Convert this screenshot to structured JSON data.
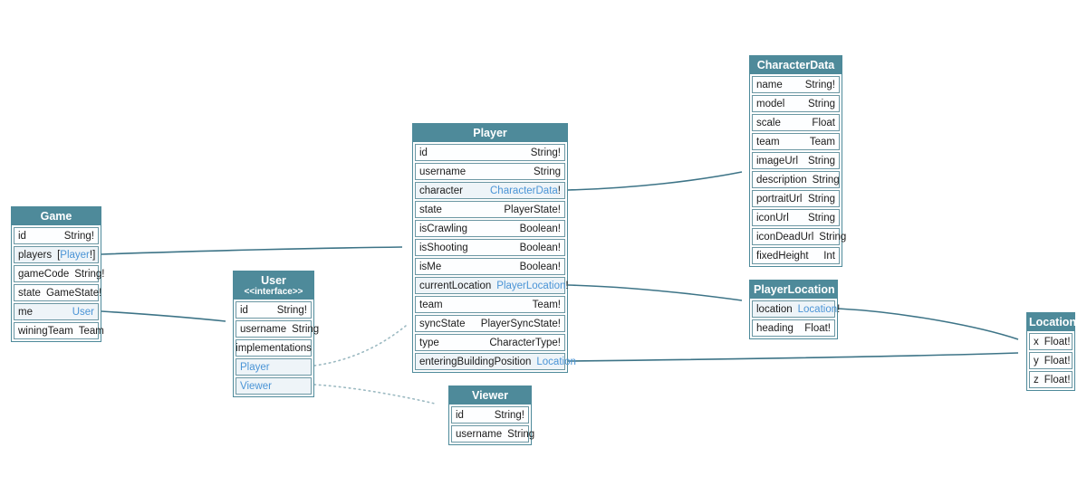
{
  "colors": {
    "header_bg": "#4e8a9a",
    "link_text": "#4a94d6",
    "arrow": "#3d7487",
    "dotted_arrow": "#9bb9c1",
    "link_row_bg": "#eef4f8"
  },
  "tables": {
    "game": {
      "title": "Game",
      "rows": [
        {
          "f": "id",
          "tp": "String!"
        },
        {
          "f": "players",
          "tp": "[",
          "tl": "Player",
          "ts": "!]"
        },
        {
          "f": "gameCode",
          "tp": "String!"
        },
        {
          "f": "state",
          "tp": "GameState!"
        },
        {
          "f": "me",
          "tl": "User"
        },
        {
          "f": "winingTeam",
          "tp": "Team"
        }
      ]
    },
    "user": {
      "title": "User",
      "stereotype": "<<interface>>",
      "rows": [
        {
          "f": "id",
          "tp": "String!"
        },
        {
          "f": "username",
          "tp": "String"
        },
        {
          "f": "implementations"
        },
        {
          "fl": "Player"
        },
        {
          "fl": "Viewer"
        }
      ]
    },
    "player": {
      "title": "Player",
      "rows": [
        {
          "f": "id",
          "tp": "String!"
        },
        {
          "f": "username",
          "tp": "String"
        },
        {
          "f": "character",
          "tl": "CharacterData",
          "ts": "!"
        },
        {
          "f": "state",
          "tp": "PlayerState!"
        },
        {
          "f": "isCrawling",
          "tp": "Boolean!"
        },
        {
          "f": "isShooting",
          "tp": "Boolean!"
        },
        {
          "f": "isMe",
          "tp": "Boolean!"
        },
        {
          "f": "currentLocation",
          "tl": "PlayerLocation",
          "ts": "!"
        },
        {
          "f": "team",
          "tp": "Team!"
        },
        {
          "f": "syncState",
          "tp": "PlayerSyncState!"
        },
        {
          "f": "type",
          "tp": "CharacterType!"
        },
        {
          "f": "enteringBuildingPosition",
          "tl": "Location"
        }
      ]
    },
    "characterData": {
      "title": "CharacterData",
      "rows": [
        {
          "f": "name",
          "tp": "String!"
        },
        {
          "f": "model",
          "tp": "String"
        },
        {
          "f": "scale",
          "tp": "Float"
        },
        {
          "f": "team",
          "tp": "Team"
        },
        {
          "f": "imageUrl",
          "tp": "String"
        },
        {
          "f": "description",
          "tp": "String"
        },
        {
          "f": "portraitUrl",
          "tp": "String"
        },
        {
          "f": "iconUrl",
          "tp": "String"
        },
        {
          "f": "iconDeadUrl",
          "tp": "String"
        },
        {
          "f": "fixedHeight",
          "tp": "Int"
        }
      ]
    },
    "playerLocation": {
      "title": "PlayerLocation",
      "rows": [
        {
          "f": "location",
          "tl": "Location",
          "ts": "!"
        },
        {
          "f": "heading",
          "tp": "Float!"
        }
      ]
    },
    "location": {
      "title": "Location",
      "rows": [
        {
          "f": "x",
          "tp": "Float!"
        },
        {
          "f": "y",
          "tp": "Float!"
        },
        {
          "f": "z",
          "tp": "Float!"
        }
      ]
    },
    "viewer": {
      "title": "Viewer",
      "rows": [
        {
          "f": "id",
          "tp": "String!"
        },
        {
          "f": "username",
          "tp": "String"
        }
      ]
    }
  },
  "edges": [
    {
      "id": "edge-game-players-player",
      "from": "Game.players",
      "to": "Player",
      "style": "solid"
    },
    {
      "id": "edge-game-me-user",
      "from": "Game.me",
      "to": "User",
      "style": "solid"
    },
    {
      "id": "edge-player-character-characterdata",
      "from": "Player.character",
      "to": "CharacterData",
      "style": "solid"
    },
    {
      "id": "edge-player-currentlocation-playerlocation",
      "from": "Player.currentLocation",
      "to": "PlayerLocation",
      "style": "solid"
    },
    {
      "id": "edge-player-enteringbuildingposition-location",
      "from": "Player.enteringBuildingPosition",
      "to": "Location",
      "style": "solid"
    },
    {
      "id": "edge-playerlocation-location-location",
      "from": "PlayerLocation.location",
      "to": "Location",
      "style": "solid"
    },
    {
      "id": "edge-user-implementation-player",
      "from": "User.Player",
      "to": "Player",
      "style": "dotted"
    },
    {
      "id": "edge-user-implementation-viewer",
      "from": "User.Viewer",
      "to": "Viewer",
      "style": "dotted"
    }
  ]
}
